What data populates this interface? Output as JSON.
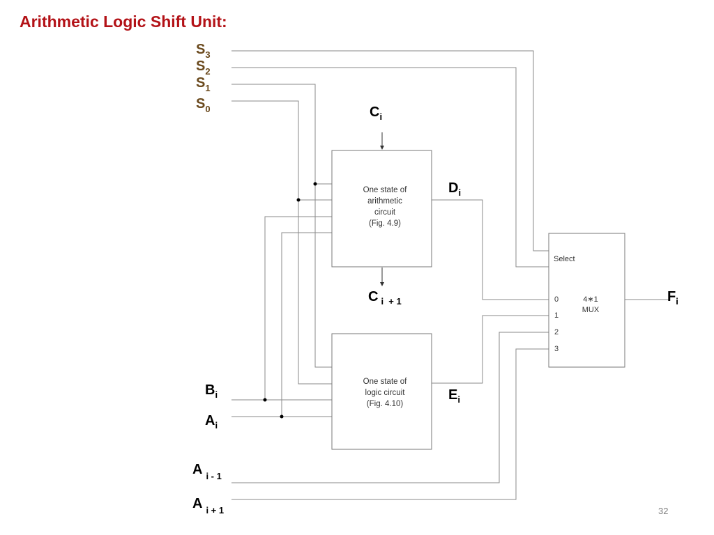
{
  "title": "Arithmetic Logic Shift Unit:",
  "page_number": "32",
  "select_inputs": [
    {
      "base": "S",
      "sub": "3"
    },
    {
      "base": "S",
      "sub": "2"
    },
    {
      "base": "S",
      "sub": "1"
    },
    {
      "base": "S",
      "sub": "0"
    }
  ],
  "carry_in": {
    "base": "C",
    "sub": "i"
  },
  "carry_out": {
    "base": "C",
    "sub": "i  + 1"
  },
  "arithmetic_box": [
    "One state of",
    "arithmetic",
    "circuit",
    "(Fig. 4.9)"
  ],
  "logic_box": [
    "One state of",
    "logic circuit",
    "(Fig. 4.10)"
  ],
  "d_output": {
    "base": "D",
    "sub": "i"
  },
  "e_output": {
    "base": "E",
    "sub": "i"
  },
  "mux": {
    "select_label": "Select",
    "inputs": [
      "0",
      "1",
      "2",
      "3"
    ],
    "name_line1": "4∗1",
    "name_line2": "MUX"
  },
  "f_output": {
    "base": "F",
    "sub": "i"
  },
  "operand_inputs": [
    {
      "base": "B",
      "sub": "i"
    },
    {
      "base": "A",
      "sub": "i"
    }
  ],
  "shift_inputs": [
    {
      "base": "A",
      "sub": "i - 1"
    },
    {
      "base": "A",
      "sub": "i + 1"
    }
  ],
  "colors": {
    "title": "#b31217",
    "select_labels": "#6b4a1e",
    "wires": "#8a8a8a"
  }
}
